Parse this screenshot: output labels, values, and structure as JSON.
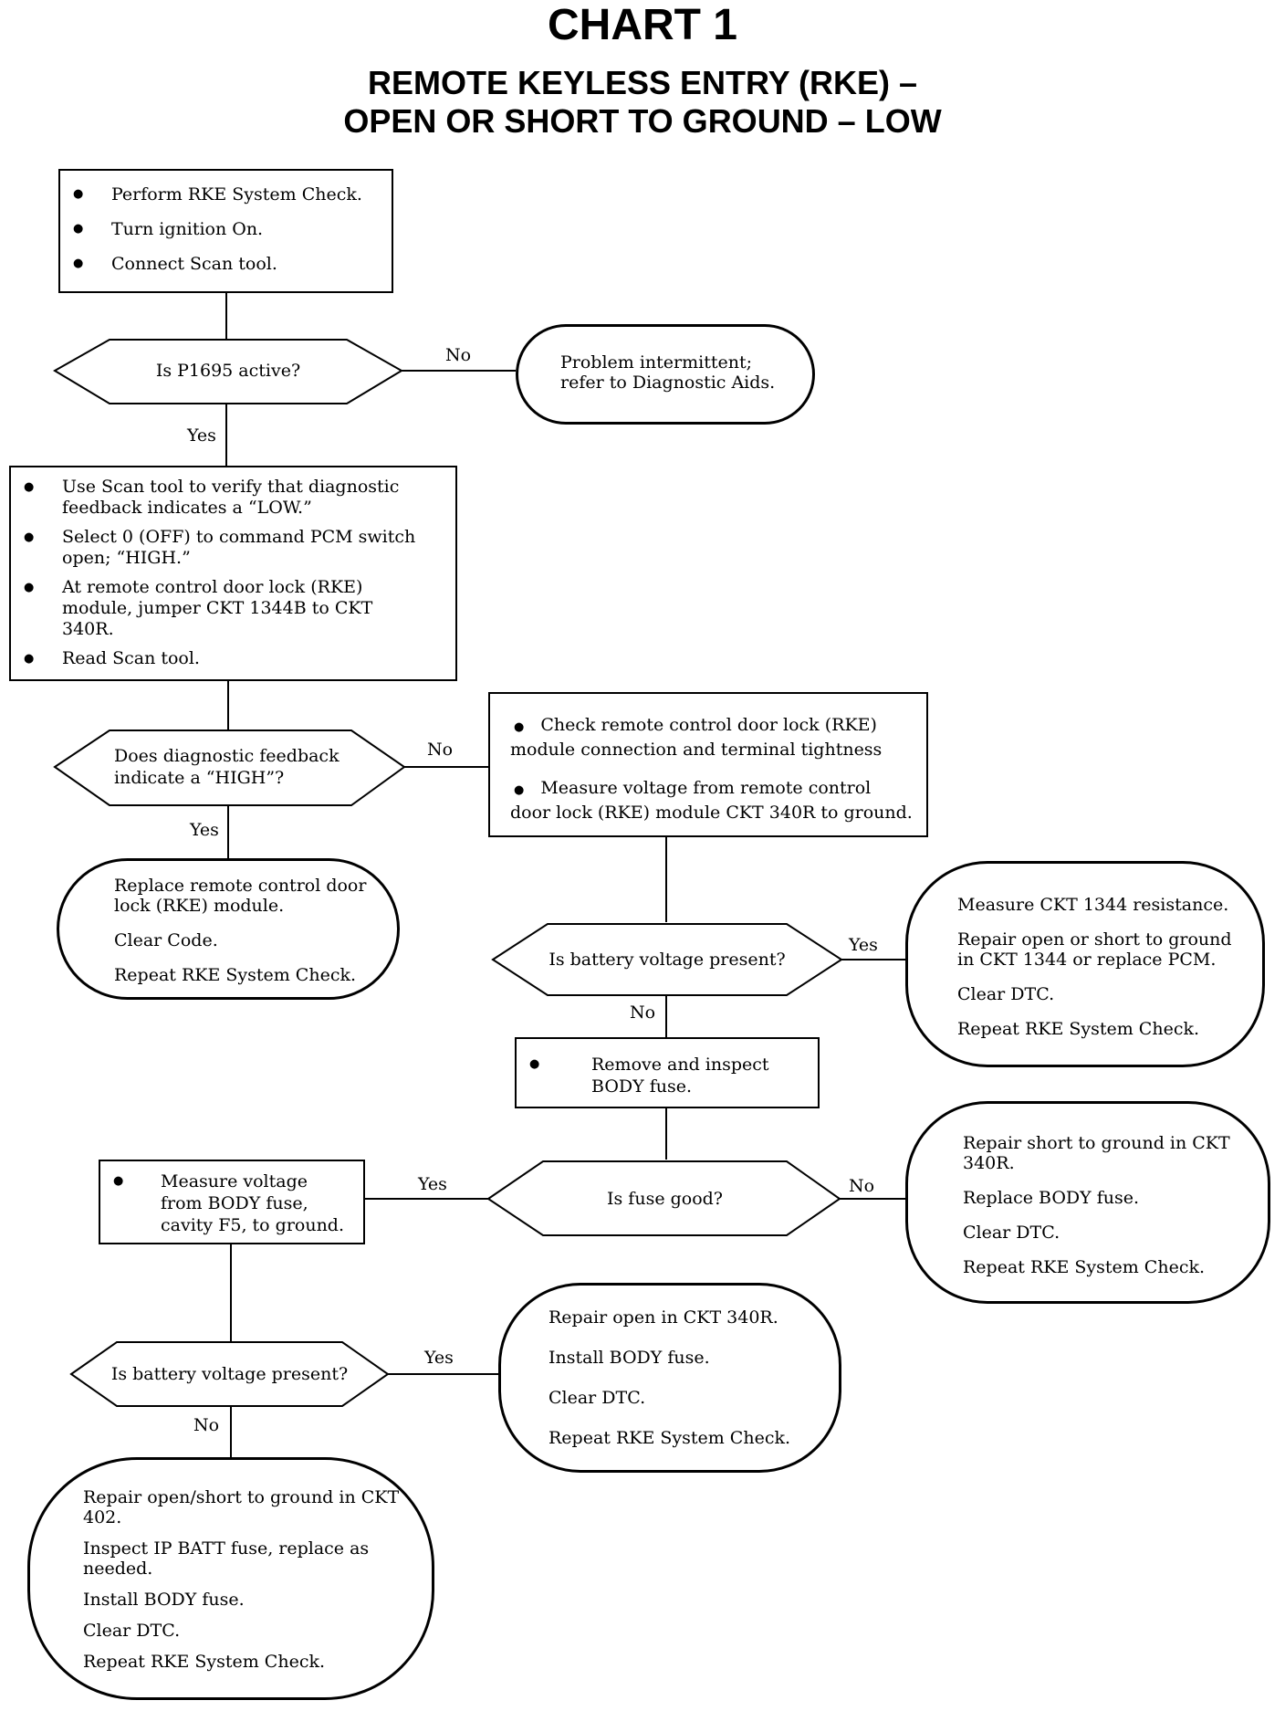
{
  "header": {
    "title": "CHART 1",
    "subtitle_line1": "REMOTE KEYLESS ENTRY (RKE) –",
    "subtitle_line2": "OPEN OR SHORT TO GROUND – LOW"
  },
  "start_box": {
    "items": [
      "Perform RKE System Check.",
      "Turn ignition On.",
      "Connect Scan tool."
    ]
  },
  "decision_p1695": {
    "question": "Is P1695 active?",
    "no_label": "No",
    "yes_label": "Yes"
  },
  "intermittent": {
    "line1": "Problem intermittent;",
    "line2": "refer to Diagnostic Aids."
  },
  "scan_box": {
    "items": [
      "Use Scan tool to verify that diagnostic feedback indicates a “LOW.”",
      "Select 0 (OFF) to command PCM switch open; “HIGH.”",
      "At remote control door lock (RKE) module, jumper CKT 1344B to CKT 340R.",
      "Read Scan tool."
    ]
  },
  "decision_feedback": {
    "line1": "Does diagnostic feedback",
    "line2": "indicate a “HIGH”?",
    "no_label": "No",
    "yes_label": "Yes"
  },
  "check_box": {
    "items": [
      "Check remote control door lock (RKE) module connection and terminal tightness",
      "Measure voltage from remote control door lock (RKE) module CKT 340R to ground."
    ]
  },
  "replace_module": {
    "steps": [
      "Replace remote control door lock (RKE) module.",
      "Clear Code.",
      "Repeat RKE System Check."
    ]
  },
  "decision_battery_1": {
    "question": "Is battery voltage present?",
    "yes_label": "Yes",
    "no_label": "No"
  },
  "measure_1344": {
    "steps": [
      "Measure CKT 1344 resistance.",
      "Repair open or short to ground in CKT 1344 or replace PCM.",
      "Clear  DTC.",
      "Repeat RKE System Check."
    ]
  },
  "fuse_box": {
    "items": [
      "Remove and inspect BODY fuse."
    ]
  },
  "decision_fuse": {
    "question": "Is fuse good?",
    "yes_label": "Yes",
    "no_label": "No"
  },
  "measure_body_fuse": {
    "items": [
      "Measure voltage from BODY fuse, cavity F5, to ground."
    ]
  },
  "repair_short_340r": {
    "steps": [
      "Repair short to ground in CKT 340R.",
      "Replace BODY fuse.",
      "Clear DTC.",
      "Repeat RKE System Check."
    ]
  },
  "decision_battery_2": {
    "question": "Is battery voltage present?",
    "yes_label": "Yes",
    "no_label": "No"
  },
  "repair_open_340r": {
    "steps": [
      "Repair open in CKT 340R.",
      "Install BODY fuse.",
      "Clear DTC.",
      "Repeat RKE System Check."
    ]
  },
  "repair_402": {
    "steps": [
      "Repair open/short to ground in CKT 402.",
      "Inspect IP BATT fuse, replace as needed.",
      "Install BODY fuse.",
      "Clear DTC.",
      "Repeat RKE System Check."
    ]
  }
}
